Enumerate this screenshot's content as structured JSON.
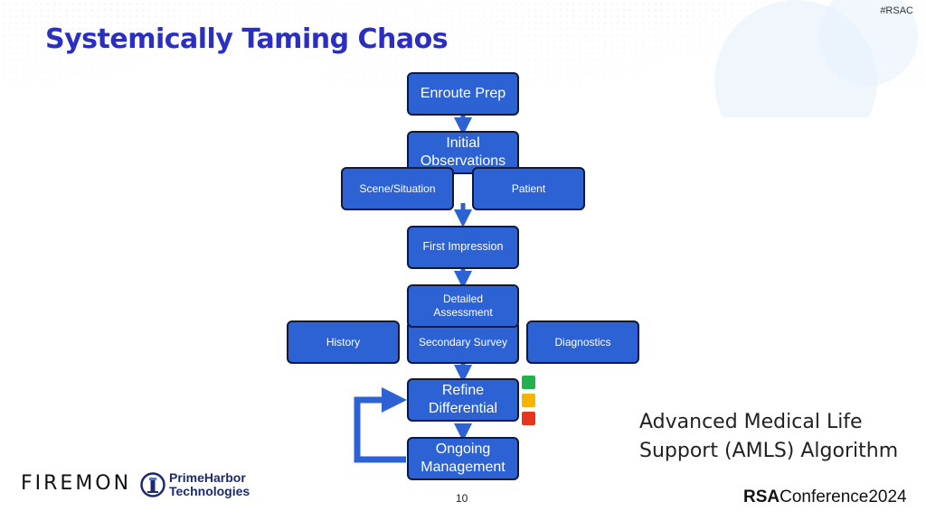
{
  "tag": "#RSAC",
  "title": "Systemically Taming Chaos",
  "flow": {
    "enroute": "Enroute Prep",
    "initial_line1": "Initial",
    "initial_line2": "Observations",
    "scene": "Scene/Situation",
    "patient": "Patient",
    "first_impression": "First Impression",
    "detailed_line1": "Detailed",
    "detailed_line2": "Assessment",
    "history": "History",
    "secondary": "Secondary Survey",
    "diagnostics": "Diagnostics",
    "refine_line1": "Refine",
    "refine_line2": "Differential",
    "ongoing_line1": "Ongoing",
    "ongoing_line2": "Management"
  },
  "triage_colors": [
    "#22b14c",
    "#f5b400",
    "#e8341c"
  ],
  "caption_line1": "Advanced Medical Life",
  "caption_line2": "Support (AMLS) Algorithm",
  "page_number": "10",
  "footer": {
    "firemon_logo": "FIREMON",
    "primeharbor_line1": "PrimeHarbor",
    "primeharbor_line2": "Technologies",
    "rsa_bold": "RSA",
    "rsa_rest": "Conference",
    "rsa_year": "2024"
  },
  "colors": {
    "box": "#2d62d4",
    "title": "#2b2fc1"
  }
}
